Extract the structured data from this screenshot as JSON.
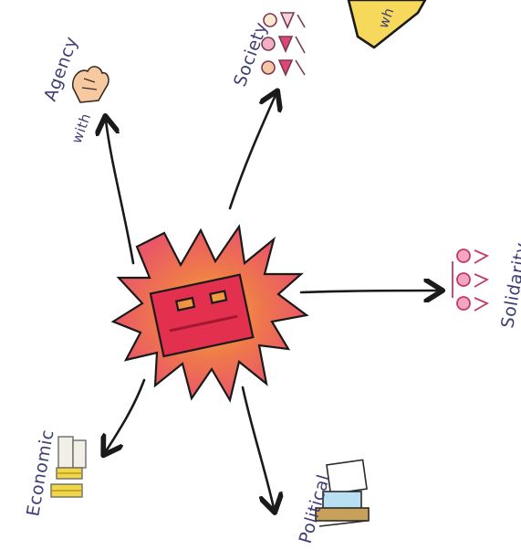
{
  "diagram": {
    "center": {
      "icon": "red-e-block-icon",
      "burst_color": "#e8506e",
      "glow_color": "#f4a236"
    },
    "labels": {
      "agency": "Agency",
      "agency_prefix": "with",
      "society": "Society",
      "solidarity": "Solidarity",
      "economic": "Economic",
      "political": "Political",
      "sign_fragment": "wh"
    },
    "colors": {
      "ink": "#1a1a1a",
      "label_ink": "#3f3f78",
      "people_pink": "#e0457a",
      "coin_yellow": "#f2d64a",
      "sign_yellow": "#f6d85a"
    }
  }
}
